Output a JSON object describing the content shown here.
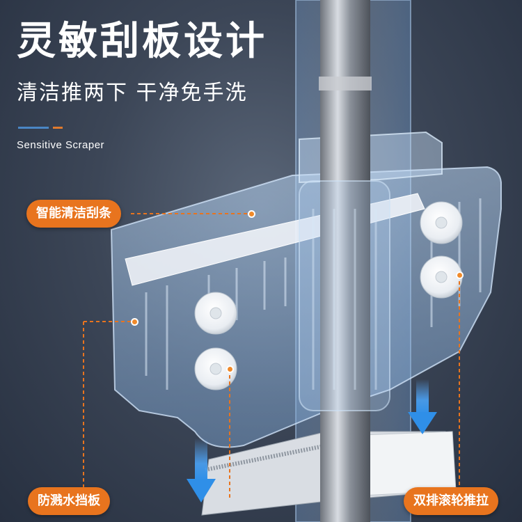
{
  "headline": "灵敏刮板设计",
  "subline": "清洁推两下 干净免手洗",
  "caption": "Sensitive Scraper",
  "callouts": {
    "scraper_strip": "智能清洁刮条",
    "splash_guard": "防溅水挡板",
    "double_rollers": "双排滚轮推拉"
  },
  "colors": {
    "accent_orange": "#e8741e",
    "accent_blue": "#4a86c5",
    "headline_text": "#ffffff"
  }
}
